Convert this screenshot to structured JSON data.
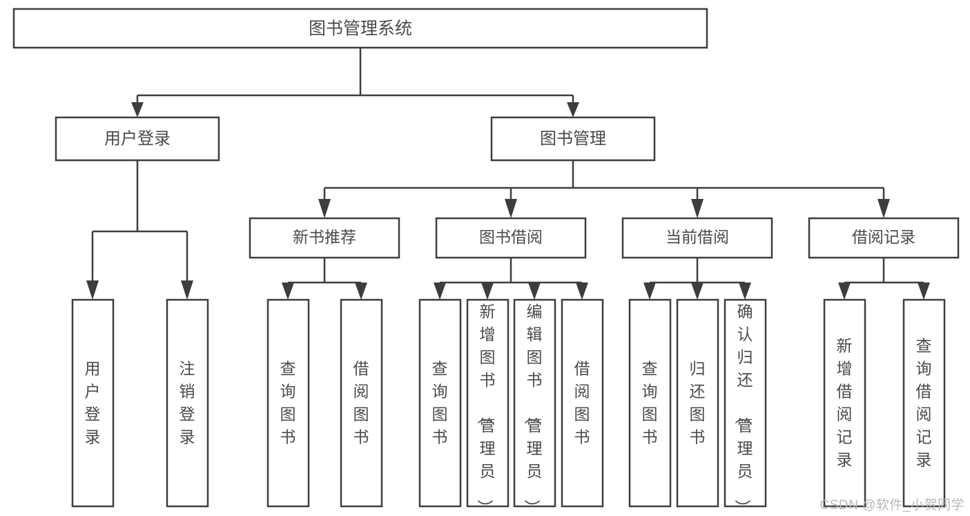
{
  "diagram": {
    "type": "tree-flowchart",
    "title": "图书管理系统",
    "watermark": "CSDN @软件_小贺同学",
    "colors": {
      "stroke": "#3d3d3d",
      "text": "#4a4a4a",
      "background": "#ffffff",
      "watermark": "#b8b8b8"
    },
    "root": {
      "label": "图书管理系统"
    },
    "level2": [
      {
        "label": "用户登录"
      },
      {
        "label": "图书管理"
      }
    ],
    "level3": [
      {
        "label": "新书推荐"
      },
      {
        "label": "图书借阅"
      },
      {
        "label": "当前借阅"
      },
      {
        "label": "借阅记录"
      }
    ],
    "leaves": {
      "user_login": [
        {
          "label": "用户登录"
        },
        {
          "label": "注销登录"
        }
      ],
      "new_book_recommend": [
        {
          "label": "查询图书"
        },
        {
          "label": "借阅图书"
        }
      ],
      "book_borrow": [
        {
          "label": "查询图书"
        },
        {
          "label": "新增图书（管理员）"
        },
        {
          "label": "编辑图书（管理员）"
        },
        {
          "label": "借阅图书"
        }
      ],
      "current_borrow": [
        {
          "label": "查询图书"
        },
        {
          "label": "归还图书"
        },
        {
          "label": "确认归还（管理员）"
        }
      ],
      "borrow_record": [
        {
          "label": "新增借阅记录"
        },
        {
          "label": "查询借阅记录"
        }
      ]
    }
  }
}
